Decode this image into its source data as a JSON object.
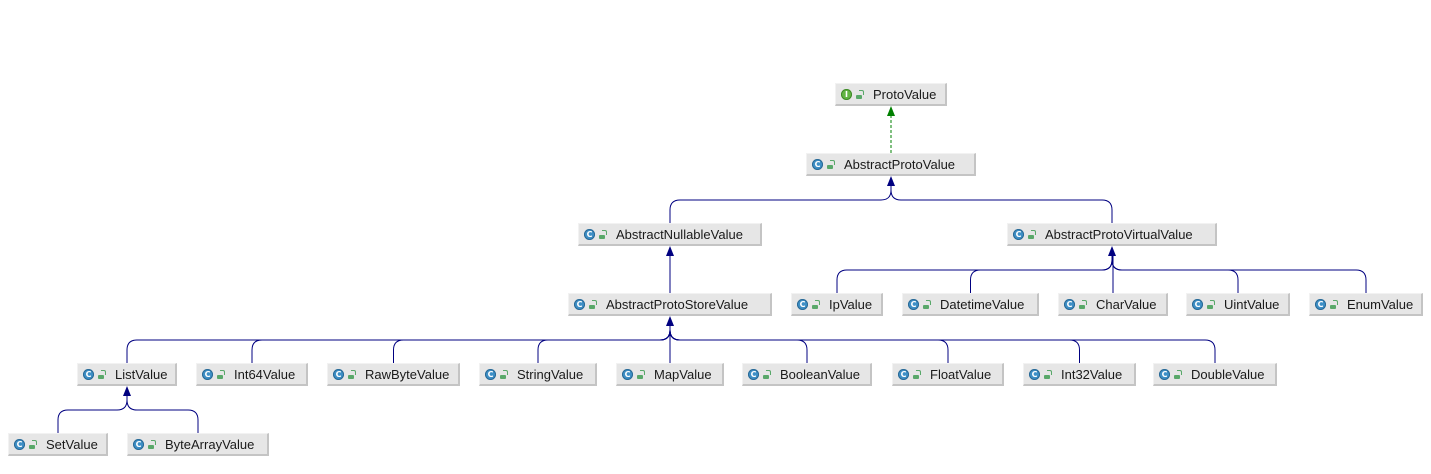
{
  "diagram": {
    "colors": {
      "inheritance": "#000080",
      "implementation": "#008000",
      "class_icon": "#3d8fc6",
      "interface_icon": "#62b543",
      "node_fill": "#e6e6e6"
    },
    "nodes": [
      {
        "id": "ProtoValue",
        "label": "ProtoValue",
        "kind": "interface",
        "kind_letter": "I",
        "icon": "interface-icon"
      },
      {
        "id": "AbstractProtoValue",
        "label": "AbstractProtoValue",
        "kind": "class",
        "kind_letter": "C",
        "icon": "class-icon"
      },
      {
        "id": "AbstractNullableValue",
        "label": "AbstractNullableValue",
        "kind": "class",
        "kind_letter": "C",
        "icon": "class-icon"
      },
      {
        "id": "AbstractProtoVirtualValue",
        "label": "AbstractProtoVirtualValue",
        "kind": "class",
        "kind_letter": "C",
        "icon": "class-icon"
      },
      {
        "id": "AbstractProtoStoreValue",
        "label": "AbstractProtoStoreValue",
        "kind": "class",
        "kind_letter": "C",
        "icon": "class-icon"
      },
      {
        "id": "IpValue",
        "label": "IpValue",
        "kind": "class",
        "kind_letter": "C",
        "icon": "class-icon"
      },
      {
        "id": "DatetimeValue",
        "label": "DatetimeValue",
        "kind": "class",
        "kind_letter": "C",
        "icon": "class-icon"
      },
      {
        "id": "CharValue",
        "label": "CharValue",
        "kind": "class",
        "kind_letter": "C",
        "icon": "class-icon"
      },
      {
        "id": "UintValue",
        "label": "UintValue",
        "kind": "class",
        "kind_letter": "C",
        "icon": "class-icon"
      },
      {
        "id": "EnumValue",
        "label": "EnumValue",
        "kind": "class",
        "kind_letter": "C",
        "icon": "class-icon"
      },
      {
        "id": "ListValue",
        "label": "ListValue",
        "kind": "class",
        "kind_letter": "C",
        "icon": "class-icon"
      },
      {
        "id": "Int64Value",
        "label": "Int64Value",
        "kind": "class",
        "kind_letter": "C",
        "icon": "class-icon"
      },
      {
        "id": "RawByteValue",
        "label": "RawByteValue",
        "kind": "class",
        "kind_letter": "C",
        "icon": "class-icon"
      },
      {
        "id": "StringValue",
        "label": "StringValue",
        "kind": "class",
        "kind_letter": "C",
        "icon": "class-icon"
      },
      {
        "id": "MapValue",
        "label": "MapValue",
        "kind": "class",
        "kind_letter": "C",
        "icon": "class-icon"
      },
      {
        "id": "BooleanValue",
        "label": "BooleanValue",
        "kind": "class",
        "kind_letter": "C",
        "icon": "class-icon"
      },
      {
        "id": "FloatValue",
        "label": "FloatValue",
        "kind": "class",
        "kind_letter": "C",
        "icon": "class-icon"
      },
      {
        "id": "Int32Value",
        "label": "Int32Value",
        "kind": "class",
        "kind_letter": "C",
        "icon": "class-icon"
      },
      {
        "id": "DoubleValue",
        "label": "DoubleValue",
        "kind": "class",
        "kind_letter": "C",
        "icon": "class-icon"
      },
      {
        "id": "SetValue",
        "label": "SetValue",
        "kind": "class",
        "kind_letter": "C",
        "icon": "class-icon"
      },
      {
        "id": "ByteArrayValue",
        "label": "ByteArrayValue",
        "kind": "class",
        "kind_letter": "C",
        "icon": "class-icon"
      }
    ],
    "edges": [
      {
        "from": "AbstractProtoValue",
        "to": "ProtoValue",
        "type": "implements"
      },
      {
        "from": "AbstractNullableValue",
        "to": "AbstractProtoValue",
        "type": "extends"
      },
      {
        "from": "AbstractProtoVirtualValue",
        "to": "AbstractProtoValue",
        "type": "extends"
      },
      {
        "from": "AbstractProtoStoreValue",
        "to": "AbstractNullableValue",
        "type": "extends"
      },
      {
        "from": "IpValue",
        "to": "AbstractProtoVirtualValue",
        "type": "extends"
      },
      {
        "from": "DatetimeValue",
        "to": "AbstractProtoVirtualValue",
        "type": "extends"
      },
      {
        "from": "CharValue",
        "to": "AbstractProtoVirtualValue",
        "type": "extends"
      },
      {
        "from": "UintValue",
        "to": "AbstractProtoVirtualValue",
        "type": "extends"
      },
      {
        "from": "EnumValue",
        "to": "AbstractProtoVirtualValue",
        "type": "extends"
      },
      {
        "from": "ListValue",
        "to": "AbstractProtoStoreValue",
        "type": "extends"
      },
      {
        "from": "Int64Value",
        "to": "AbstractProtoStoreValue",
        "type": "extends"
      },
      {
        "from": "RawByteValue",
        "to": "AbstractProtoStoreValue",
        "type": "extends"
      },
      {
        "from": "StringValue",
        "to": "AbstractProtoStoreValue",
        "type": "extends"
      },
      {
        "from": "MapValue",
        "to": "AbstractProtoStoreValue",
        "type": "extends"
      },
      {
        "from": "BooleanValue",
        "to": "AbstractProtoStoreValue",
        "type": "extends"
      },
      {
        "from": "FloatValue",
        "to": "AbstractProtoStoreValue",
        "type": "extends"
      },
      {
        "from": "Int32Value",
        "to": "AbstractProtoStoreValue",
        "type": "extends"
      },
      {
        "from": "DoubleValue",
        "to": "AbstractProtoStoreValue",
        "type": "extends"
      },
      {
        "from": "SetValue",
        "to": "ListValue",
        "type": "extends"
      },
      {
        "from": "ByteArrayValue",
        "to": "ListValue",
        "type": "extends"
      }
    ]
  }
}
